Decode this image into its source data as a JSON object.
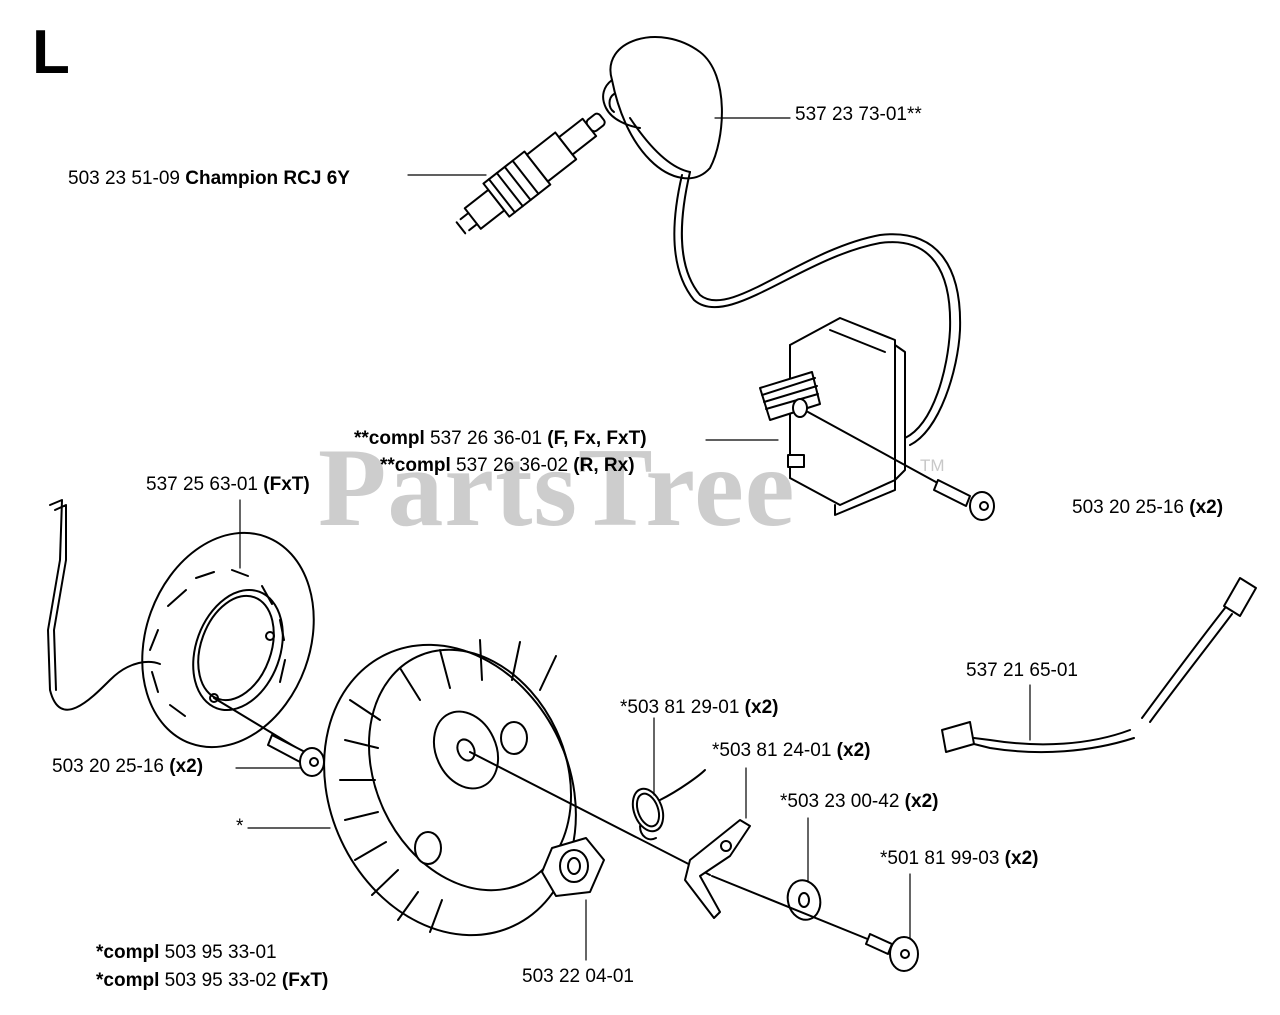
{
  "section_letter": "L",
  "watermark": {
    "text": "PartsTree",
    "tm": "TM"
  },
  "parts": [
    {
      "id": "ignition-cap",
      "num": "537 23 73-01**",
      "note": ""
    },
    {
      "id": "spark-plug",
      "num": "503 23 51-09 ",
      "note": "Champion RCJ 6Y"
    },
    {
      "id": "ignition-module-a",
      "prefix": "**compl",
      "num": " 537 26 36-01 ",
      "note": "(F, Fx, FxT)"
    },
    {
      "id": "ignition-module-b",
      "prefix": "**compl",
      "num": " 537 26 36-02 ",
      "note": "(R, Rx)"
    },
    {
      "id": "heater-ring",
      "num": "537 25 63-01 ",
      "note": "(FxT)"
    },
    {
      "id": "screw-right",
      "num": "503 20 25-16 ",
      "note": "(x2)"
    },
    {
      "id": "cable",
      "num": "537 21 65-01",
      "note": ""
    },
    {
      "id": "spring",
      "num": "*503 81 29-01 ",
      "note": "(x2)"
    },
    {
      "id": "pawl",
      "num": "*503 81 24-01 ",
      "note": "(x2)"
    },
    {
      "id": "screw-left",
      "num": "503 20 25-16 ",
      "note": "(x2)"
    },
    {
      "id": "washer",
      "num": "*503 23 00-42 ",
      "note": "(x2)"
    },
    {
      "id": "flywheel",
      "num": "*",
      "note": ""
    },
    {
      "id": "pawl-screw",
      "num": "*501 81 99-03 ",
      "note": "(x2)"
    },
    {
      "id": "flywheel-compl-a",
      "prefix": "*compl",
      "num": " 503 95 33-01",
      "note": ""
    },
    {
      "id": "flywheel-compl-b",
      "prefix": "*compl",
      "num": " 503 95 33-02 ",
      "note": "(FxT)"
    },
    {
      "id": "nut",
      "num": "503 22 04-01",
      "note": ""
    }
  ]
}
